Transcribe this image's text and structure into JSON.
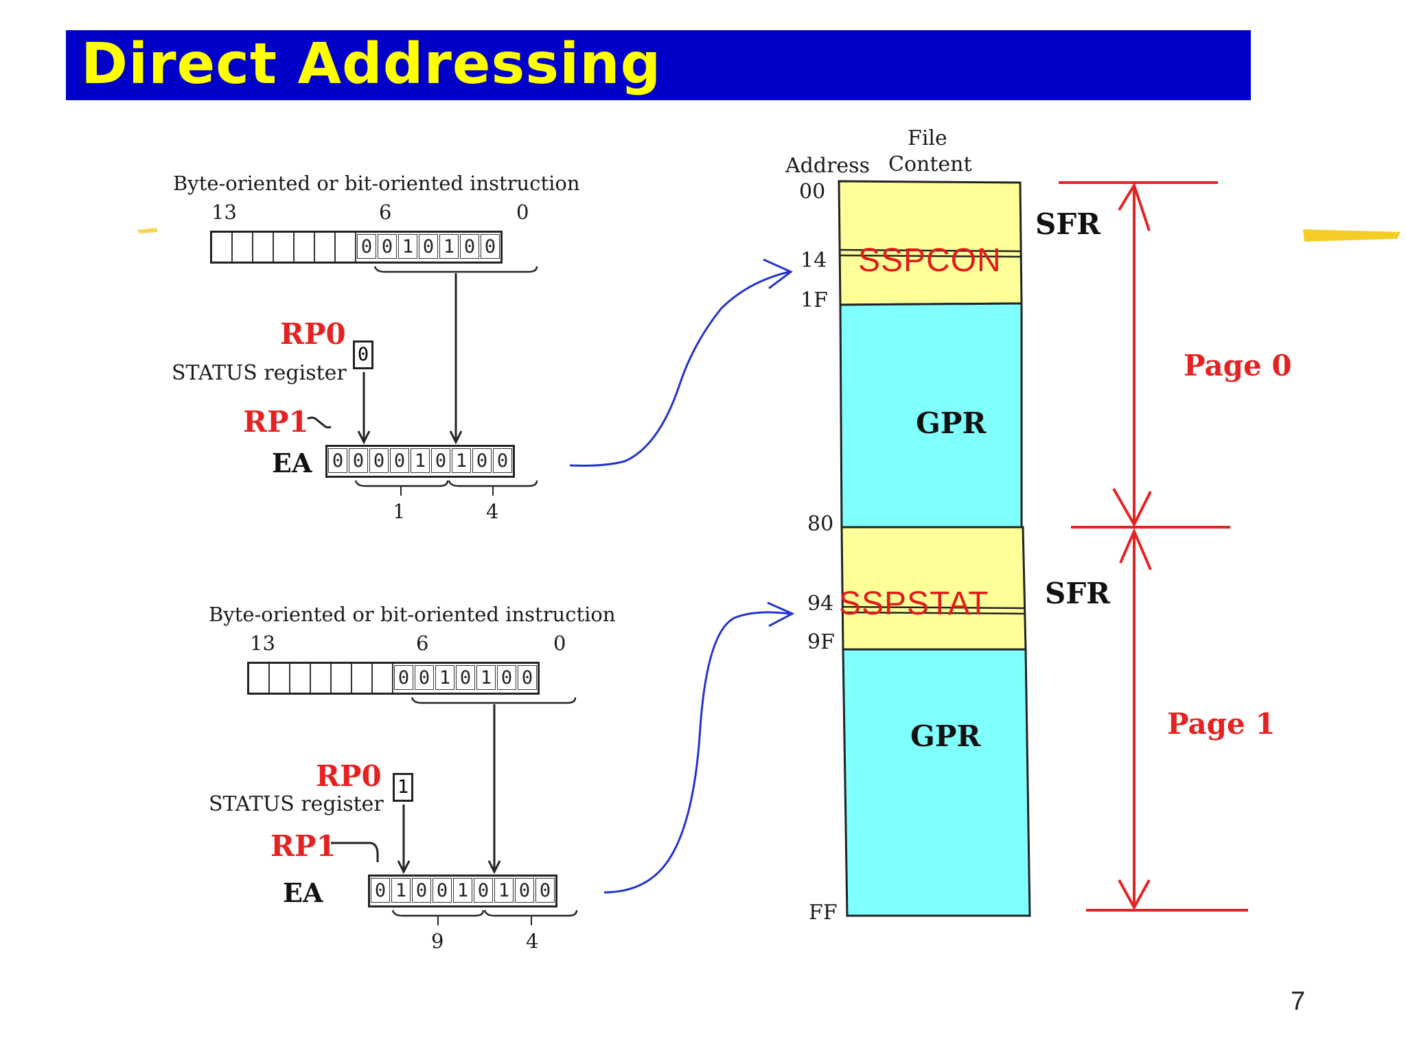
{
  "title": "Direct Addressing",
  "page_number": "7",
  "colors": {
    "title_bar": "#0000c8",
    "title_text": "#ffff00",
    "sfr_fill": "#ffff99",
    "gpr_fill": "#80ffff",
    "annotation_red": "#e52222",
    "arrow_blue": "#2233cc"
  },
  "top_example": {
    "caption": "Byte-oriented or bit-oriented instruction",
    "bit_labels": [
      "13",
      "6",
      "0"
    ],
    "instruction_bits": [
      "",
      "",
      "",
      "",
      "",
      "",
      "",
      "0",
      "0",
      "1",
      "0",
      "1",
      "0",
      "0"
    ],
    "rp0_label": "RP0",
    "status_label": "STATUS register",
    "rp0_value": "0",
    "rp1_label": "RP1",
    "ea_label": "EA",
    "ea_bits": [
      "0",
      "0",
      "0",
      "0",
      "1",
      "0",
      "1",
      "0",
      "0"
    ],
    "ea_nibbles": [
      "1",
      "4"
    ]
  },
  "bottom_example": {
    "caption": "Byte-oriented or bit-oriented instruction",
    "bit_labels": [
      "13",
      "6",
      "0"
    ],
    "instruction_bits": [
      "",
      "",
      "",
      "",
      "",
      "",
      "",
      "0",
      "0",
      "1",
      "0",
      "1",
      "0",
      "0"
    ],
    "rp0_label": "RP0",
    "status_label": "STATUS register",
    "rp0_value": "1",
    "rp1_label": "RP1",
    "ea_label": "EA",
    "ea_bits": [
      "0",
      "1",
      "0",
      "0",
      "1",
      "0",
      "1",
      "0",
      "0"
    ],
    "ea_nibbles": [
      "9",
      "4"
    ]
  },
  "memory_map": {
    "header_address": "Address",
    "header_file": "File",
    "header_content": "Content",
    "addresses": {
      "a00": "00",
      "a14": "14",
      "a1F": "1F",
      "a80": "80",
      "a94": "94",
      "a9F": "9F",
      "aFF": "FF"
    },
    "regions": {
      "sfr0": "SFR",
      "gpr0": "GPR",
      "sfr1": "SFR",
      "gpr1": "GPR"
    },
    "highlighted_registers": {
      "page0": "SSPCON",
      "page1": "SSPSTAT"
    },
    "pages": {
      "page0": "Page 0",
      "page1": "Page 1"
    }
  }
}
